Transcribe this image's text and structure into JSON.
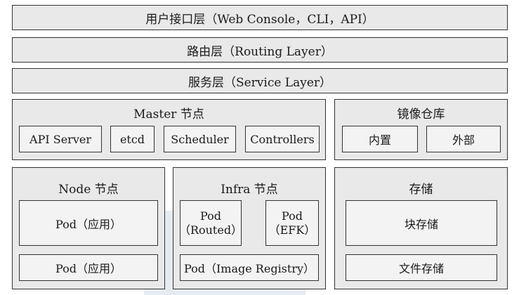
{
  "layers": {
    "user_interface": "用户接口层（Web Console，CLI，API）",
    "routing": "路由层（Routing Layer）",
    "service": "服务层（Service Layer）"
  },
  "master": {
    "title": "Master 节点",
    "components": [
      "API Server",
      "etcd",
      "Scheduler",
      "Controllers"
    ]
  },
  "image_registry": {
    "title": "镜像仓库",
    "items": [
      "内置",
      "外部"
    ]
  },
  "node": {
    "title": "Node 节点",
    "pods": [
      "Pod（应用）",
      "Pod（应用）"
    ]
  },
  "infra": {
    "title": "Infra 节点",
    "pod_routed": {
      "line1": "Pod",
      "line2": "（Routed）"
    },
    "pod_efk": {
      "line1": "Pod",
      "line2": "（EFK）"
    },
    "pod_registry": "Pod（Image Registry）"
  },
  "storage": {
    "title": "存储",
    "items": [
      "块存储",
      "文件存储"
    ]
  }
}
